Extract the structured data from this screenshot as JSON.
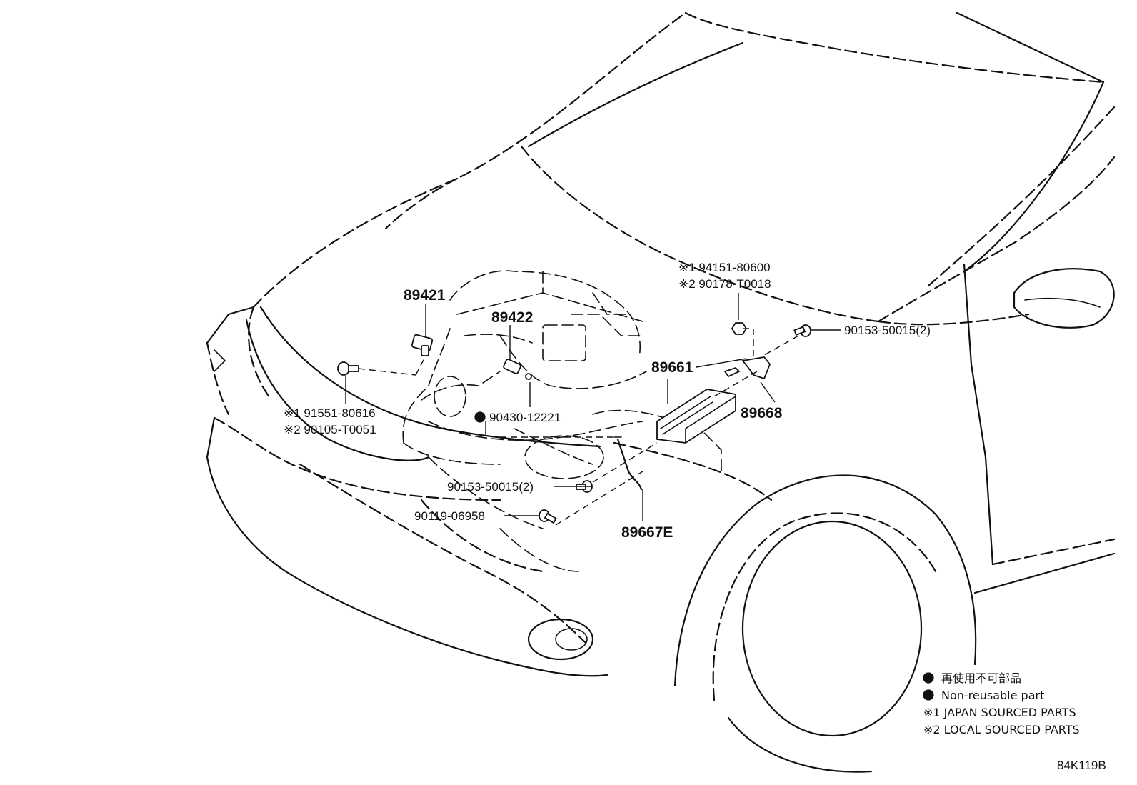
{
  "callouts": {
    "p89421": "89421",
    "p89422": "89422",
    "p89661": "89661",
    "p89668": "89668",
    "p89667E": "89667E",
    "p90430": "90430-12221",
    "p91551_a": "※1 91551-80616",
    "p91551_b": "※2 90105-T0051",
    "p94151_a": "※1 94151-80600",
    "p94151_b": "※2 90178-T0018",
    "p90153_upper": "90153-50015(2)",
    "p90153_lower": "90153-50015(2)",
    "p90119": "90119-06958"
  },
  "legend": {
    "non_reusable_jp": "再使用不可部品",
    "non_reusable_en": "Non-reusable part",
    "japan_sourced": "※1 JAPAN SOURCED PARTS",
    "local_sourced": "※2 LOCAL SOURCED PARTS"
  },
  "illustration_code": "84K119B"
}
